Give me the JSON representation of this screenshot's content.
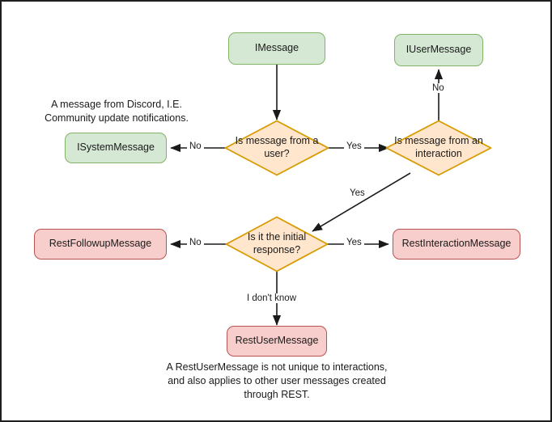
{
  "diagram": {
    "title": "Discord message type decision flowchart",
    "colors": {
      "green_fill": "#d5e8d4",
      "green_stroke": "#82b366",
      "pink_fill": "#f8cecc",
      "pink_stroke": "#b85450",
      "orange_fill": "#ffe6cc",
      "orange_stroke": "#d79b00",
      "edge_stroke": "#1a1a1a",
      "frame_stroke": "#1f1f1f",
      "background": "#ffffff"
    },
    "nodes": {
      "imessage": "IMessage",
      "iusermessage": "IUserMessage",
      "isystemmessage": "ISystemMessage",
      "restfollowupmessage": "RestFollowupMessage",
      "restinteractionmessage": "RestInteractionMessage",
      "restusermessage": "RestUserMessage"
    },
    "decisions": {
      "from_user": "Is message from a user?",
      "from_interaction": "Is message from an interaction",
      "initial_response": "Is it the initial response?"
    },
    "edge_labels": {
      "user_no": "No",
      "user_yes": "Yes",
      "interaction_no": "No",
      "interaction_yes": "Yes",
      "initial_no": "No",
      "initial_yes": "Yes",
      "initial_unknown": "I don't know"
    },
    "captions": {
      "system_message_note": "A message from Discord, I.E.\nCommunity update notifications.",
      "rest_user_message_note": "A RestUserMessage is not unique to interactions,\nand also applies to other user messages created\nthrough REST."
    }
  }
}
